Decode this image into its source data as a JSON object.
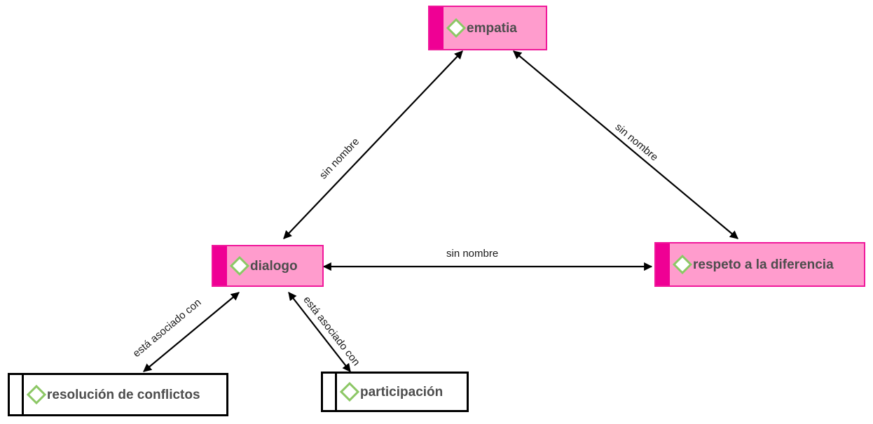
{
  "diagram": {
    "type": "concept-map",
    "title": "",
    "colors": {
      "node_fill_pink": "#ff9ccd",
      "node_strip_magenta": "#ef0094",
      "node_border_pink": "#f0189a",
      "node_fill_white": "#ffffff",
      "node_border_black": "#000000",
      "diamond_green": "#8cc765",
      "label_text": "#4d4d4d",
      "edge_color": "#000000",
      "edge_label_text": "#1a1a1a",
      "background": "#ffffff"
    },
    "nodes": [
      {
        "id": "empatia",
        "label": "empatia",
        "style": "pink",
        "icon": "diamond-icon"
      },
      {
        "id": "dialogo",
        "label": "dialogo",
        "style": "pink",
        "icon": "diamond-icon"
      },
      {
        "id": "respeto",
        "label": "respeto a la diferencia",
        "style": "pink",
        "icon": "diamond-icon"
      },
      {
        "id": "resolucion",
        "label": "resolución de conflictos",
        "style": "plain",
        "icon": "diamond-icon"
      },
      {
        "id": "participacion",
        "label": "participación",
        "style": "plain",
        "icon": "diamond-icon"
      }
    ],
    "edges": [
      {
        "id": "e1",
        "from": "empatia",
        "to": "dialogo",
        "label": "sin nombre",
        "arrows": "both"
      },
      {
        "id": "e2",
        "from": "empatia",
        "to": "respeto",
        "label": "sin nombre",
        "arrows": "both"
      },
      {
        "id": "e3",
        "from": "dialogo",
        "to": "respeto",
        "label": "sin nombre",
        "arrows": "both"
      },
      {
        "id": "e4",
        "from": "dialogo",
        "to": "resolucion",
        "label": "está asociado con",
        "arrows": "both"
      },
      {
        "id": "e5",
        "from": "dialogo",
        "to": "participacion",
        "label": "está asociado con",
        "arrows": "both"
      }
    ]
  }
}
